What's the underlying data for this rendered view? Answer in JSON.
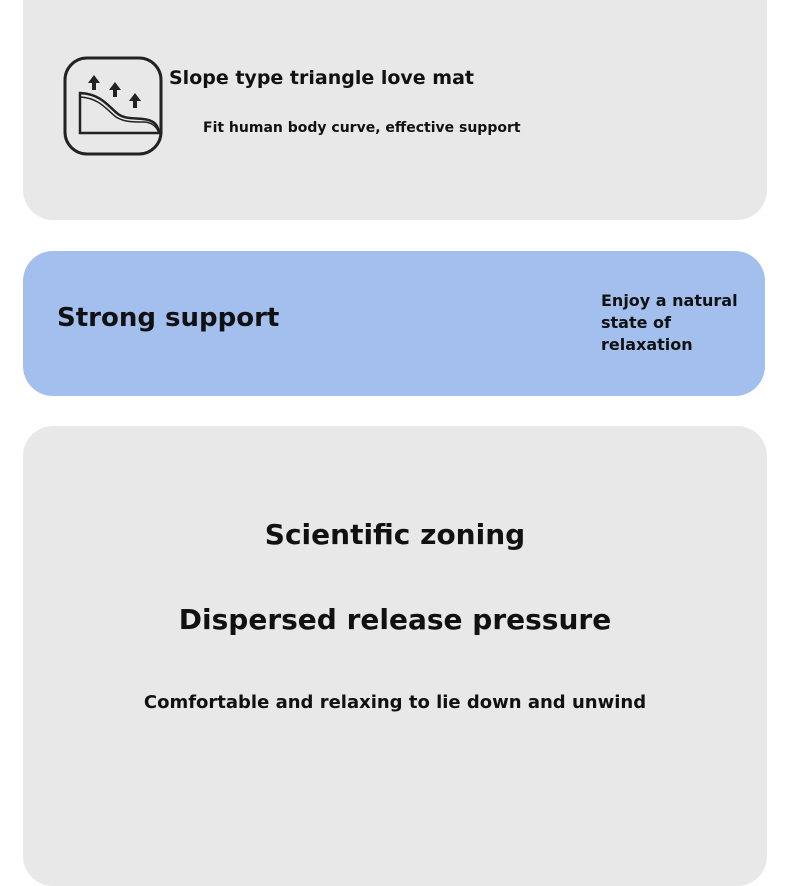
{
  "feature": {
    "icon": "slope-mat-icon",
    "title": "Slope type triangle love mat",
    "subtitle": "Fit human body curve, effective support"
  },
  "banner": {
    "title": "Strong support",
    "side_text": "Enjoy a natural state of relaxation",
    "color": "#a3bfee"
  },
  "zoning": {
    "heading": "Scientific zoning",
    "subheading": "Dispersed release pressure",
    "caption": "Comfortable and relaxing to lie down and unwind"
  }
}
